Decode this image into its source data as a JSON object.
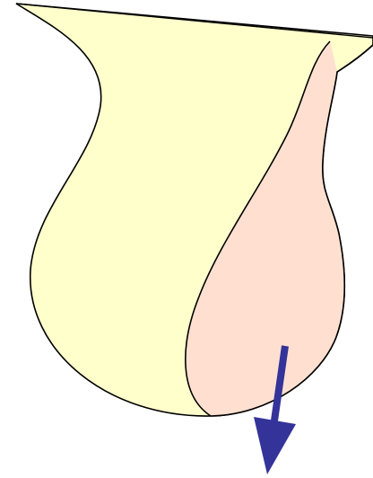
{
  "figure": {
    "background": "#ffffff",
    "outer_shape": {
      "name": "outer-sac-shape",
      "fill": "#ffffcc",
      "stroke": "#000000"
    },
    "inner_shape": {
      "name": "inner-region-shape",
      "fill": "#ffe0d0",
      "stroke": "#000000"
    },
    "arrow": {
      "name": "downward-arrow",
      "color": "#333399",
      "direction": "down"
    }
  }
}
